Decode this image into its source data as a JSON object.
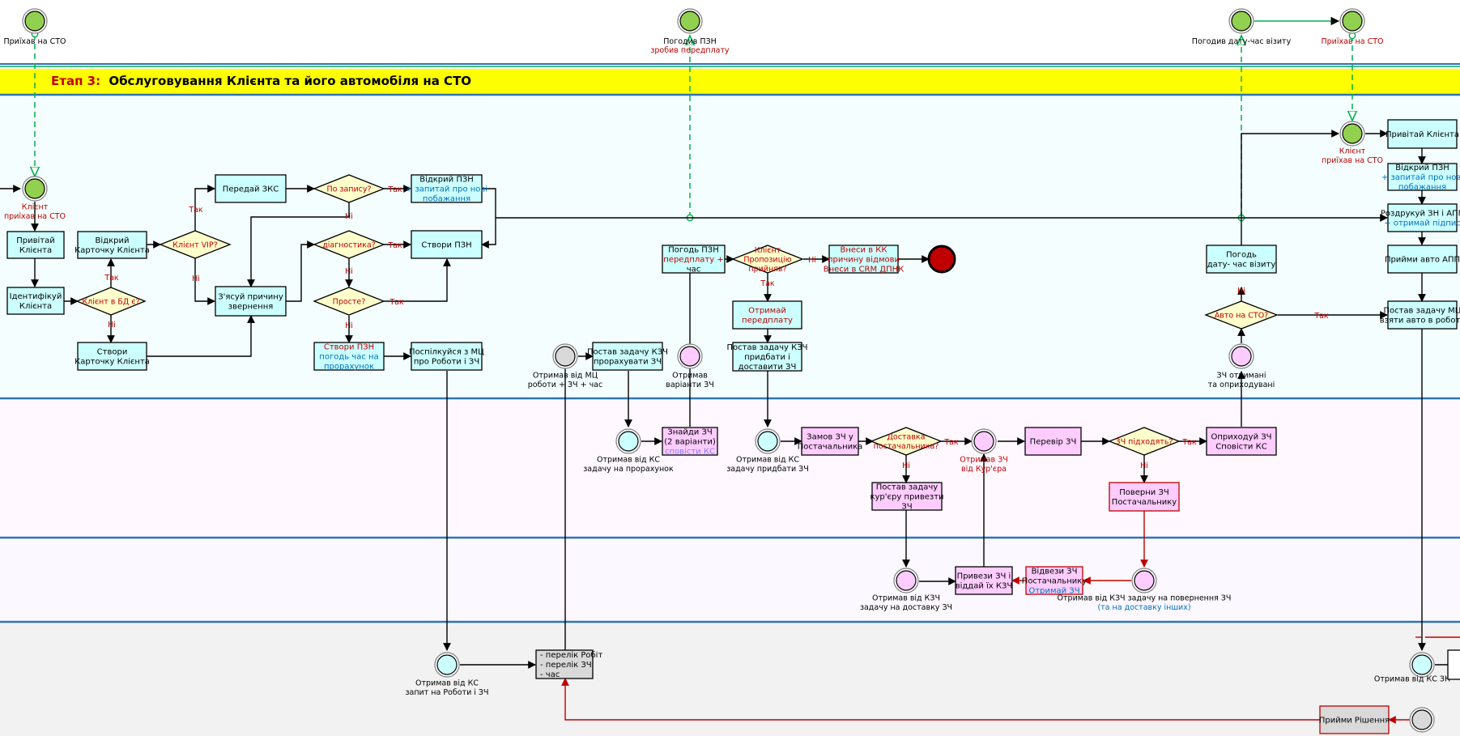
{
  "colors": {
    "task_fill": "#ccffff",
    "task_fill_pink": "#ffccff",
    "task_fill_gray": "#d9d9d9",
    "gateway_fill": "#ffffcc",
    "lane_client": "#f4feff",
    "lane_parts": "#fff8ff",
    "lane_courier": "#fcf8ff",
    "lane_system": "#f2f2f2",
    "title_bar": "#ffff00",
    "lane_line": "#2e75b6",
    "start_event": "#92d050",
    "end_event": "#c00000",
    "message_flow": "#00b050",
    "red_flow": "#c00000",
    "red_text": "#c00000",
    "blue_text": "#0070c0"
  },
  "header": {
    "stage_label": "Етап 3:",
    "stage_title": "Обслуговування Клієнта та його автомобіля на СТО"
  },
  "top_events": {
    "e1": {
      "label": "Приїхав на СТО",
      "sub": ""
    },
    "e2": {
      "label": "Погодив ПЗН",
      "sub": "зробив передплату"
    },
    "e3": {
      "label": "Погодив дату-час візиту",
      "sub": ""
    },
    "e4": {
      "label": "Приїхав на СТО",
      "sub": ""
    }
  },
  "events": {
    "client_arrived_1": [
      "Клієнт",
      "приїхав на СТО"
    ],
    "client_arrived_2": [
      "Клієнт",
      "приїхав на СТО"
    ],
    "got_mc": [
      "Отримав від МЦ",
      "роботи + ЗЧ + час"
    ],
    "got_variants": [
      "Отримав",
      "варіанти ЗЧ"
    ],
    "parts_received": [
      "ЗЧ отримані",
      "та оприходувані"
    ],
    "ks_estimate": [
      "Отримав від КС",
      "задачу на прорахунок"
    ],
    "ks_buy": [
      "Отримав від КС",
      "задачу придбати ЗЧ"
    ],
    "from_courier": [
      "Отримав ЗЧ",
      "від Кур'єра"
    ],
    "kzch_delivery": [
      "Отримав від КЗЧ",
      "задачу на доставку ЗЧ"
    ],
    "kzch_return": [
      "Отримав від КЗЧ задачу на повернення ЗЧ",
      "(та на доставку інших)"
    ],
    "ks_request": [
      "Отримав від КС",
      "запит на Роботи і ЗЧ"
    ],
    "ks_zn": [
      "Отримав від КС ЗН",
      ""
    ]
  },
  "tasks": {
    "greet1": [
      "Привітай",
      "Клієнта"
    ],
    "identify": [
      "Ідентифікуй",
      "Клієнта"
    ],
    "open_card": [
      "Відкрий",
      "Карточку Клієнта"
    ],
    "create_card": [
      "Створи",
      "Карточку Клієнта"
    ],
    "transfer_zks": [
      "Передай ЗКС"
    ],
    "clarify": [
      "З'ясуй причину",
      "звернення"
    ],
    "open_pzn": [
      "Відкрий ПЗН",
      "+ запитай про нові",
      "побажання"
    ],
    "create_pzn": [
      "Створи ПЗН"
    ],
    "create_pzn2": [
      "Створи ПЗН",
      "погодь час на",
      "прорахунок"
    ],
    "consult_mc": [
      "Поспілкуйся з МЦ",
      "про Роботи і ЗЧ"
    ],
    "task_kzch_calc": [
      "Постав задачу КЗЧ",
      "прорахувати ЗЧ"
    ],
    "agree_pzn": [
      "Погодь ПЗН",
      "передплату +",
      "час"
    ],
    "enter_kk": [
      "Внеси в КК",
      "причину відмови",
      "Внеси в CRM ДПНК"
    ],
    "get_prepay": [
      "Отримай",
      "передплату"
    ],
    "task_kzch_buy": [
      "Постав задачу КЗЧ",
      "придбати і",
      "доставити ЗЧ"
    ],
    "agree_date": [
      "Погодь",
      "дату- час візиту"
    ],
    "greet2": [
      "Привітай Клієнта"
    ],
    "open_pzn2": [
      "Відкрий ПЗН",
      "+ запитай про нові",
      "побажання"
    ],
    "print_zn": [
      "Роздрукуй ЗН і АПП",
      "+ отримай підпис"
    ],
    "accept_car": [
      "Прийми авто АПП"
    ],
    "task_mc": [
      "Постав задачу МЦ",
      "взяти авто в роботу"
    ],
    "find_parts": [
      "Знайди ЗЧ",
      "(2 варіанти)",
      "сповісти КС"
    ],
    "order_parts": [
      "Замов ЗЧ у",
      "Постачальника"
    ],
    "check_parts": [
      "Перевір ЗЧ"
    ],
    "receive_parts": [
      "Оприходуй ЗЧ",
      "Сповісти КС"
    ],
    "task_courier": [
      "Постав задачу",
      "кур'єру привезти",
      "ЗЧ"
    ],
    "return_parts": [
      "Поверни ЗЧ",
      "Постачальнику"
    ],
    "bring_parts": [
      "Привези ЗЧ і",
      "віддай їх КЗЧ"
    ],
    "take_back": [
      "Відвези ЗЧ",
      "Постачальнику",
      "Отримай ЗЧ"
    ],
    "list_box": [
      "- перелік Робіт",
      "- перелік ЗЧ",
      "- час"
    ],
    "decision": [
      "Прийми Рішення"
    ]
  },
  "gateways": {
    "in_db": [
      "Клієнт в БД є?"
    ],
    "vip": [
      "Клієнт VIP?"
    ],
    "by_record": [
      "По запису?"
    ],
    "diagnostics": [
      "діагностика?"
    ],
    "simple": [
      "Просте?"
    ],
    "accepted": [
      "Клієнт",
      "Пропозицію",
      "прийняв?"
    ],
    "car_at_sto": [
      "Авто на СТО?"
    ],
    "delivery": [
      "Доставка",
      "постачальника?"
    ],
    "fit": [
      "ЗЧ підходять?"
    ]
  },
  "flow_labels": {
    "yes": "Так",
    "no": "Ні"
  }
}
